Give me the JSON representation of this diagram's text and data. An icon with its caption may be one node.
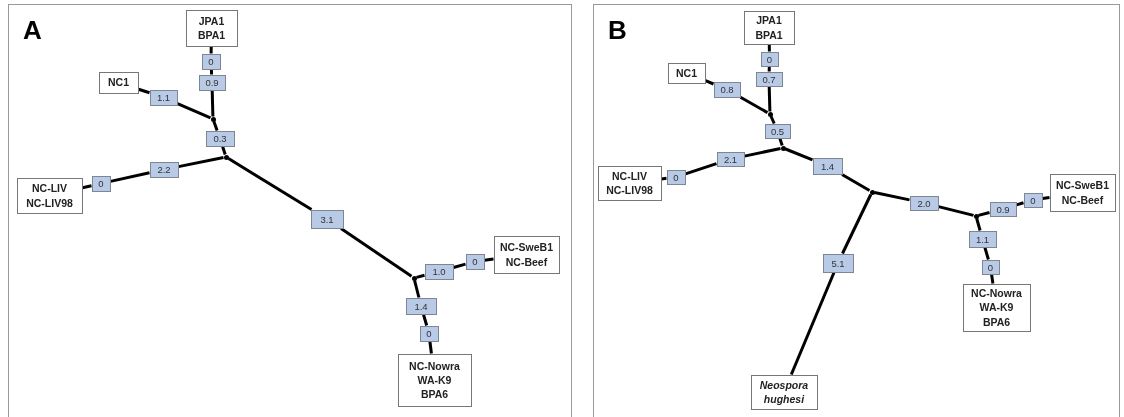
{
  "diagram": {
    "nodes": [
      {
        "text": [
          "A"
        ]
      },
      {
        "text": [
          "JPA1",
          "BPA1"
        ],
        "in": 0
      },
      {
        "text": [
          "0"
        ],
        "in": 0
      },
      {
        "text": [
          "NC1"
        ],
        "in": 0
      },
      {
        "text": [
          "0.9"
        ],
        "in": 0
      },
      {
        "text": [
          "1.1"
        ],
        "in": 0
      },
      {
        "text": [],
        "shape": "dot",
        "in": 0
      },
      {
        "text": [
          "0.3"
        ],
        "in": 0
      },
      {
        "text": [],
        "shape": "dot",
        "in": 0
      },
      {
        "text": [
          "2.2"
        ],
        "in": 0
      },
      {
        "text": [
          "NC-LIV",
          "NC-LIV98"
        ],
        "in": 0
      },
      {
        "text": [
          "0"
        ],
        "in": 0
      },
      {
        "text": [
          "3.1"
        ],
        "in": 0
      },
      {
        "text": [
          "NC-SweB1",
          "NC-Beef"
        ],
        "in": 0
      },
      {
        "text": [
          "0"
        ],
        "in": 0
      },
      {
        "text": [
          "1.0"
        ],
        "in": 0
      },
      {
        "text": [],
        "shape": "dot",
        "in": 0
      },
      {
        "text": [
          "1.4"
        ],
        "in": 0
      },
      {
        "text": [
          "0"
        ],
        "in": 0
      },
      {
        "text": [
          "NC-Nowra",
          "WA-K9",
          "BPA6"
        ],
        "in": 0
      },
      {
        "text": [
          "B"
        ]
      },
      {
        "text": [
          "JPA1",
          "BPA1"
        ],
        "in": 20
      },
      {
        "text": [
          "0"
        ],
        "in": 20
      },
      {
        "text": [
          "NC1"
        ],
        "in": 20
      },
      {
        "text": [
          "0.7"
        ],
        "in": 20
      },
      {
        "text": [
          "0.8"
        ],
        "in": 20
      },
      {
        "text": [],
        "shape": "dot",
        "in": 20
      },
      {
        "text": [
          "0.5"
        ],
        "in": 20
      },
      {
        "text": [],
        "shape": "dot",
        "in": 20
      },
      {
        "text": [
          "NC-LIV",
          "NC-LIV98"
        ],
        "in": 20
      },
      {
        "text": [
          "2.1"
        ],
        "in": 20
      },
      {
        "text": [
          "0"
        ],
        "in": 20
      },
      {
        "text": [
          "1.4"
        ],
        "in": 20
      },
      {
        "text": [
          "NC-SweB1",
          "NC-Beef"
        ],
        "in": 20
      },
      {
        "text": [],
        "shape": "dot",
        "in": 20
      },
      {
        "text": [
          "2.0"
        ],
        "in": 20
      },
      {
        "text": [
          "0"
        ],
        "in": 20
      },
      {
        "text": [
          "0.9"
        ],
        "in": 20
      },
      {
        "text": [],
        "shape": "dot",
        "in": 20
      },
      {
        "text": [
          "1.1"
        ],
        "in": 20
      },
      {
        "text": [
          "5.1"
        ],
        "in": 20
      },
      {
        "text": [
          "0"
        ],
        "in": 20
      },
      {
        "text": [
          "NC-Nowra",
          "WA-K9",
          "BPA6"
        ],
        "in": 20
      },
      {
        "text": [
          "Neospora hughesi"
        ],
        "in": 20
      }
    ],
    "edges": [
      {
        "from": 1,
        "to": 2,
        "arrow": "none"
      },
      {
        "from": 2,
        "to": 4,
        "arrow": "none"
      },
      {
        "from": 4,
        "to": 6,
        "arrow": "none"
      },
      {
        "from": 3,
        "to": 5,
        "arrow": "none"
      },
      {
        "from": 5,
        "to": 6,
        "arrow": "none"
      },
      {
        "from": 6,
        "to": 7,
        "arrow": "none"
      },
      {
        "from": 7,
        "to": 8,
        "arrow": "none"
      },
      {
        "from": 10,
        "to": 11,
        "arrow": "none"
      },
      {
        "from": 11,
        "to": 9,
        "arrow": "none"
      },
      {
        "from": 9,
        "to": 8,
        "arrow": "none"
      },
      {
        "from": 8,
        "to": 12,
        "arrow": "none"
      },
      {
        "from": 12,
        "to": 16,
        "arrow": "none"
      },
      {
        "from": 16,
        "to": 15,
        "arrow": "none"
      },
      {
        "from": 15,
        "to": 14,
        "arrow": "none"
      },
      {
        "from": 14,
        "to": 13,
        "arrow": "none"
      },
      {
        "from": 16,
        "to": 17,
        "arrow": "none"
      },
      {
        "from": 17,
        "to": 18,
        "arrow": "none"
      },
      {
        "from": 18,
        "to": 19,
        "arrow": "none"
      },
      {
        "from": 21,
        "to": 22,
        "arrow": "none"
      },
      {
        "from": 22,
        "to": 24,
        "arrow": "none"
      },
      {
        "from": 24,
        "to": 26,
        "arrow": "none"
      },
      {
        "from": 23,
        "to": 25,
        "arrow": "none"
      },
      {
        "from": 25,
        "to": 26,
        "arrow": "none"
      },
      {
        "from": 26,
        "to": 27,
        "arrow": "none"
      },
      {
        "from": 27,
        "to": 28,
        "arrow": "none"
      },
      {
        "from": 29,
        "to": 31,
        "arrow": "none"
      },
      {
        "from": 31,
        "to": 30,
        "arrow": "none"
      },
      {
        "from": 30,
        "to": 28,
        "arrow": "none"
      },
      {
        "from": 28,
        "to": 32,
        "arrow": "none"
      },
      {
        "from": 32,
        "to": 34,
        "arrow": "none"
      },
      {
        "from": 34,
        "to": 40,
        "arrow": "none"
      },
      {
        "from": 40,
        "to": 43,
        "arrow": "none"
      },
      {
        "from": 34,
        "to": 35,
        "arrow": "none"
      },
      {
        "from": 35,
        "to": 38,
        "arrow": "none"
      },
      {
        "from": 38,
        "to": 37,
        "arrow": "none"
      },
      {
        "from": 37,
        "to": 36,
        "arrow": "none"
      },
      {
        "from": 36,
        "to": 33,
        "arrow": "none"
      },
      {
        "from": 38,
        "to": 39,
        "arrow": "none"
      },
      {
        "from": 39,
        "to": 41,
        "arrow": "none"
      },
      {
        "from": 41,
        "to": 42,
        "arrow": "none"
      }
    ]
  }
}
